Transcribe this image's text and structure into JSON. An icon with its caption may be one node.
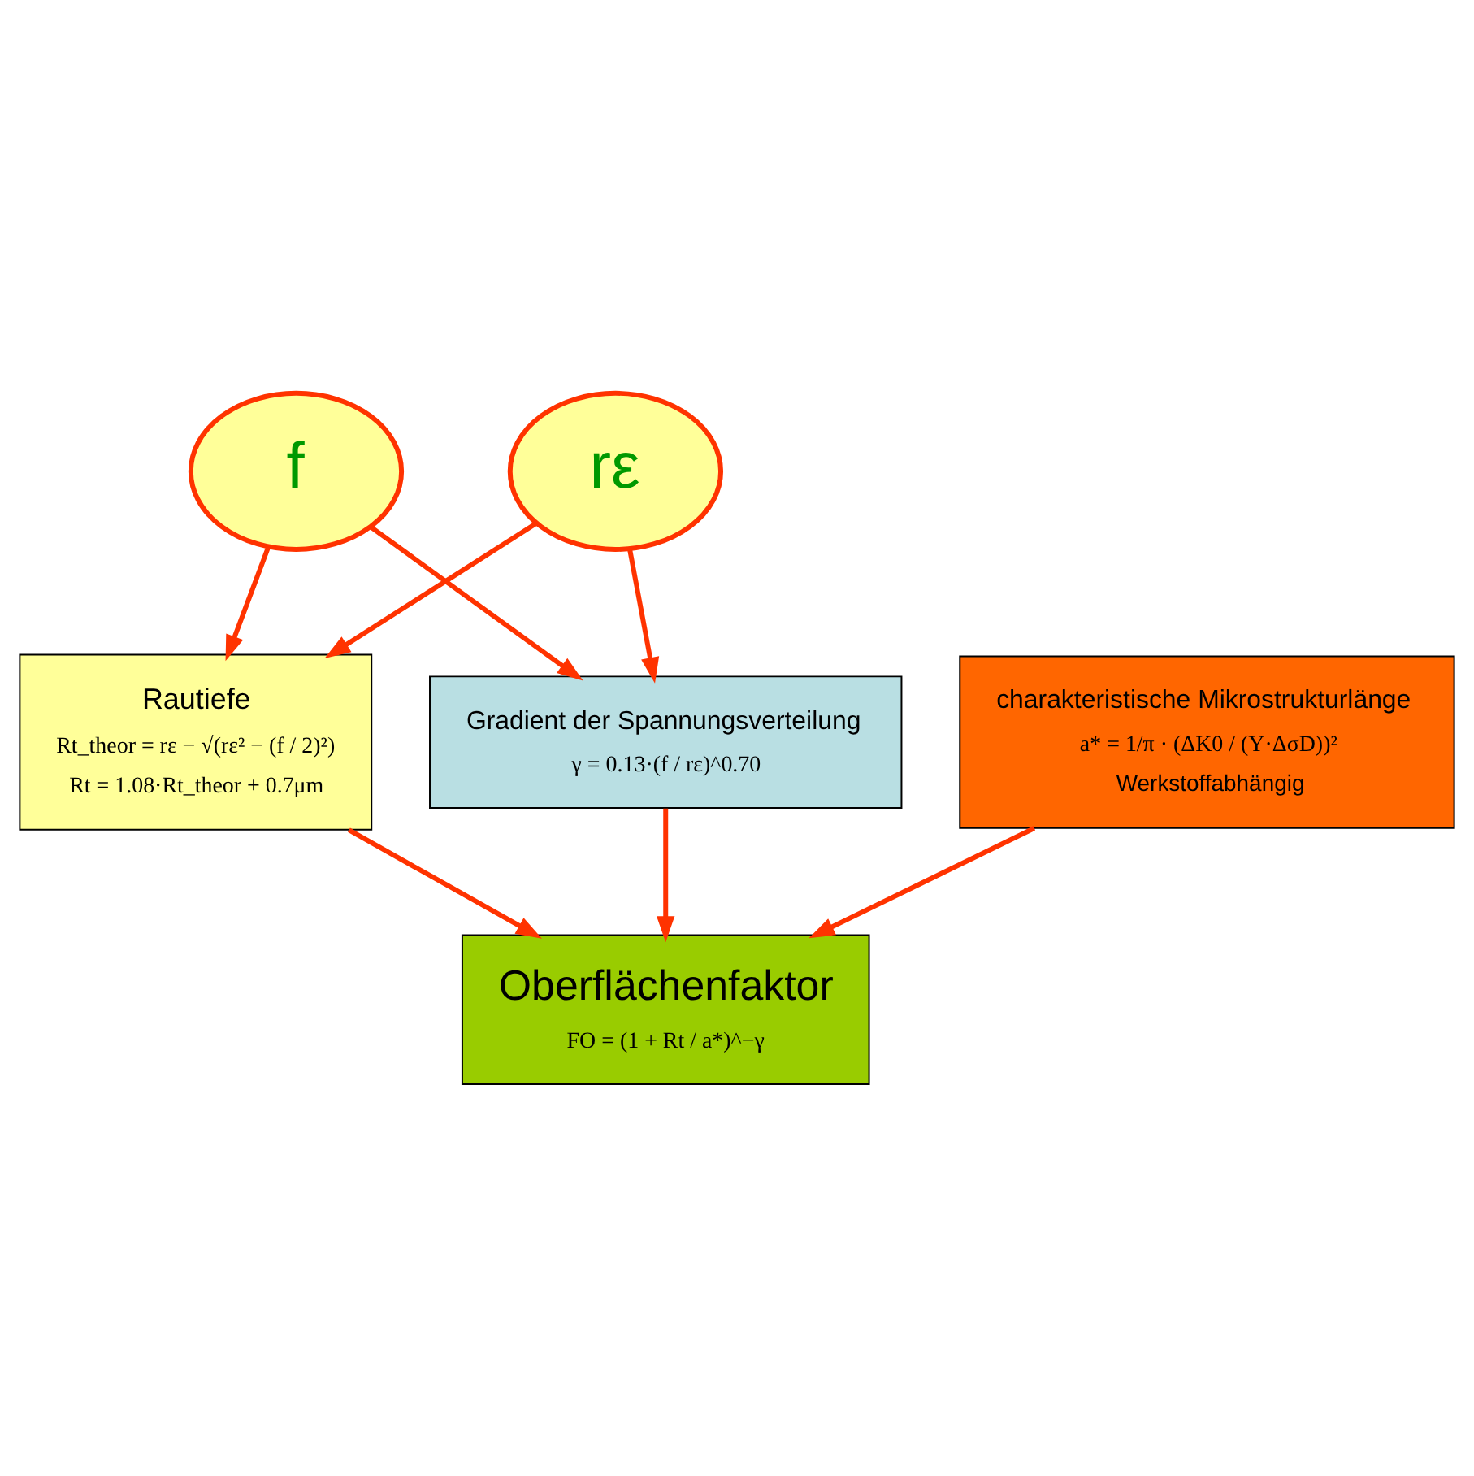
{
  "diagram": {
    "nodes": [
      {
        "text": [
          "f"
        ]
      },
      {
        "text": [
          "rε"
        ]
      },
      {
        "text": [
          "Gradient der Spannungsverteilung",
          "γ = 0.13·(f / rε)^0.70"
        ]
      },
      {
        "text": [
          "Rautiefe",
          "Rt_theor = rε − √(rε² − (f / 2)²)",
          "Rt = 1.08·Rt_theor + 0.7μm"
        ]
      },
      {
        "text": [
          "charakteristische Mikrostrukturlänge",
          "a* = 1/π · (ΔK0 / (Y·ΔσD))²",
          "Werkstoffabhängig"
        ]
      },
      {
        "text": [
          "Oberflächenfaktor",
          "FO = (1 + Rt / a*)^−γ"
        ]
      }
    ],
    "edges": [
      {
        "from": 0,
        "to": 3,
        "arrow": "to"
      },
      {
        "from": 0,
        "to": 2,
        "arrow": "to"
      },
      {
        "from": 1,
        "to": 3,
        "arrow": "to"
      },
      {
        "from": 1,
        "to": 2,
        "arrow": "to"
      },
      {
        "from": 3,
        "to": 5,
        "arrow": "to"
      },
      {
        "from": 2,
        "to": 5,
        "arrow": "to"
      },
      {
        "from": 4,
        "to": 5,
        "arrow": "to"
      }
    ]
  }
}
